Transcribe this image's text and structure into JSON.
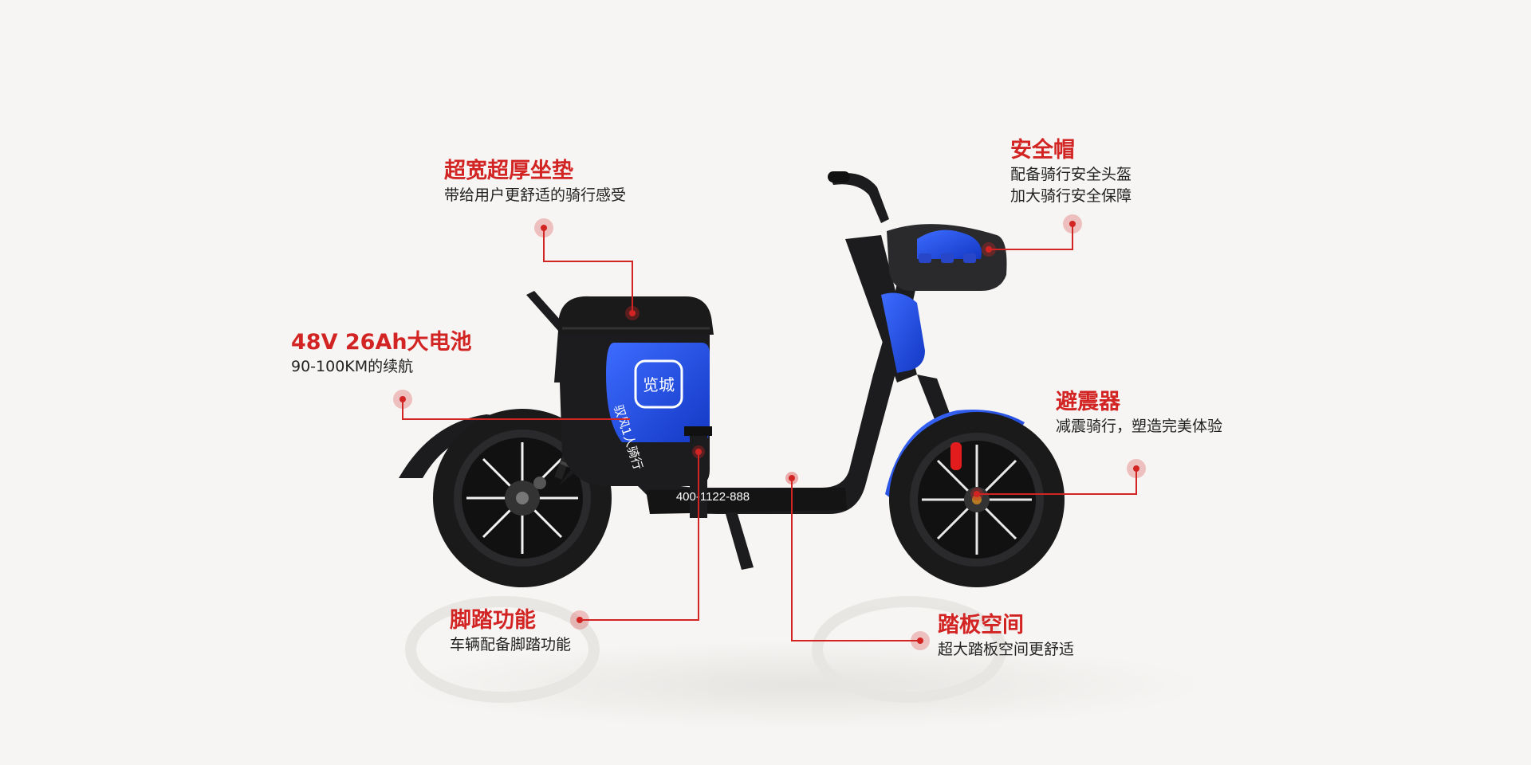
{
  "features": {
    "seat": {
      "title": "超宽超厚坐垫",
      "desc": "带给用户更舒适的骑行感受"
    },
    "battery": {
      "title": "48V 26Ah大电池",
      "desc": "90-100KM的续航"
    },
    "helmet": {
      "title": "安全帽",
      "desc1": "配备骑行安全头盔",
      "desc2": "加大骑行安全保障"
    },
    "shock": {
      "title": "避震器",
      "desc": "减震骑行，塑造完美体验"
    },
    "pedal": {
      "title": "脚踏功能",
      "desc": "车辆配备脚踏功能"
    },
    "footboard": {
      "title": "踏板空间",
      "desc": "超大踏板空间更舒适"
    }
  },
  "bike": {
    "logo_text": "览城",
    "side_text": "驭风1人骑行",
    "phone": "400-1122-888"
  },
  "colors": {
    "accent_red": "#d32424",
    "bike_blue": "#1d4fe0",
    "bike_black": "#1c1c1e",
    "background": "#f6f5f3"
  }
}
